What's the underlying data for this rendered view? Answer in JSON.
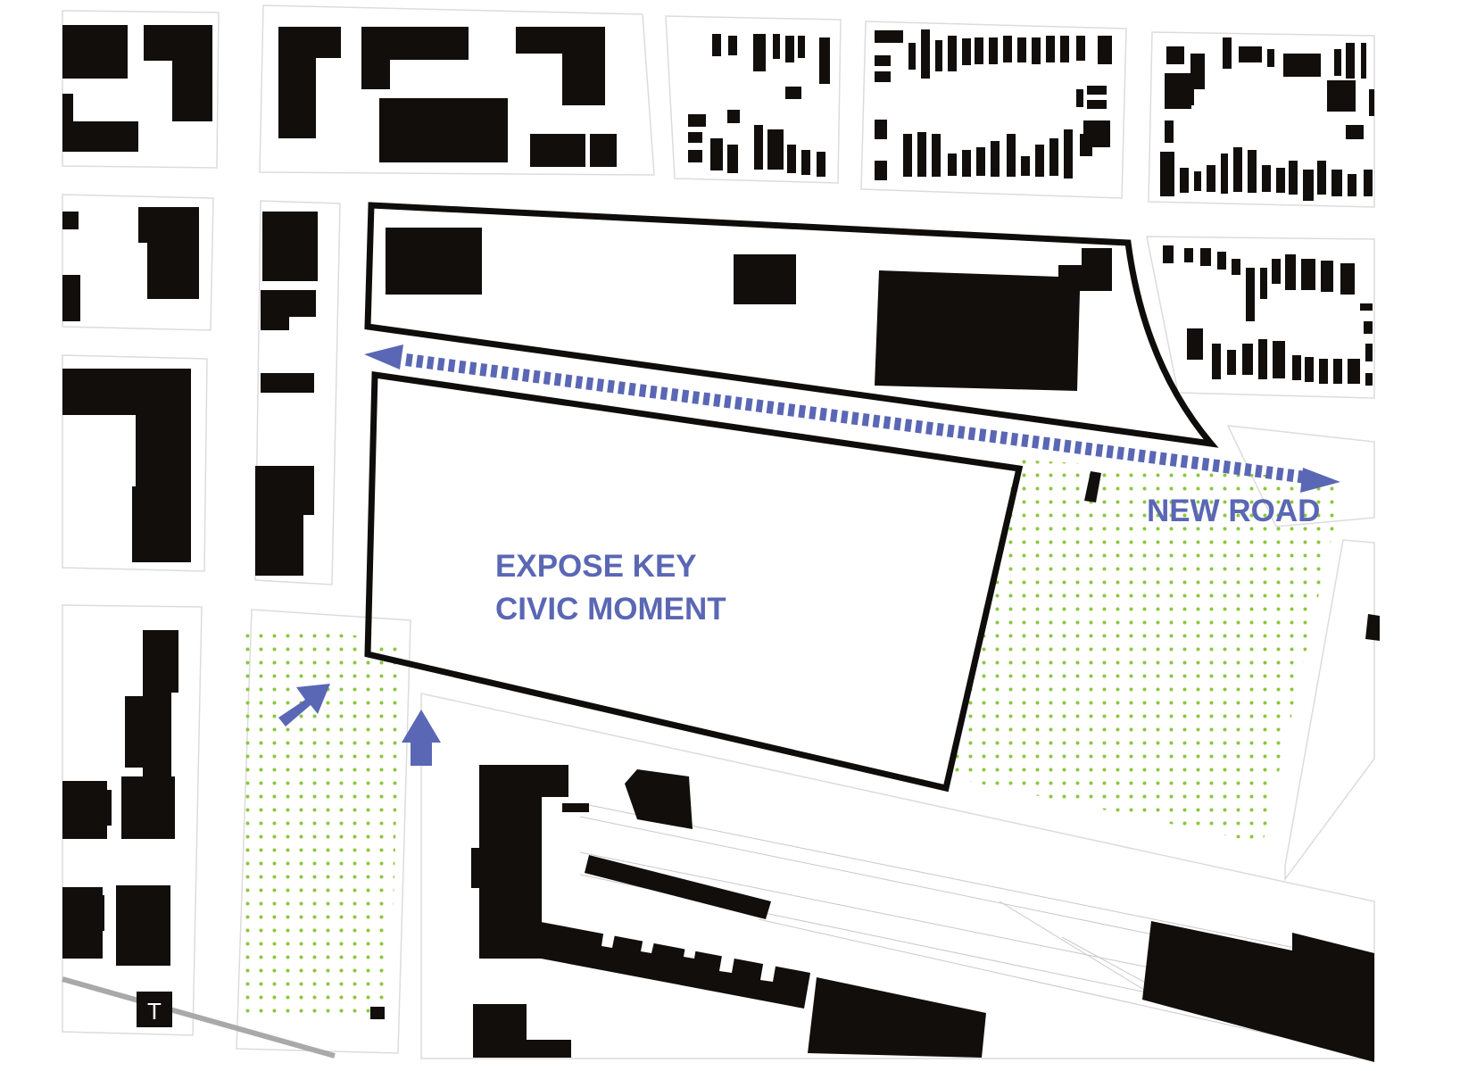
{
  "labels": {
    "civic_line1": "EXPOSE KEY",
    "civic_line2": "CIVIC MOMENT",
    "new_road": "NEW ROAD",
    "tram_stop": "T"
  },
  "colors": {
    "accent": "#5a67b4",
    "buildings": "#110e0c",
    "green_dots": "#8dc63f",
    "site_outline": "#0f0d0b"
  },
  "legend_icons": {
    "tram_stop": "tram-stop-icon",
    "access_arrows": "access-arrow-icon",
    "new_road": "dashed-double-arrow-icon"
  }
}
